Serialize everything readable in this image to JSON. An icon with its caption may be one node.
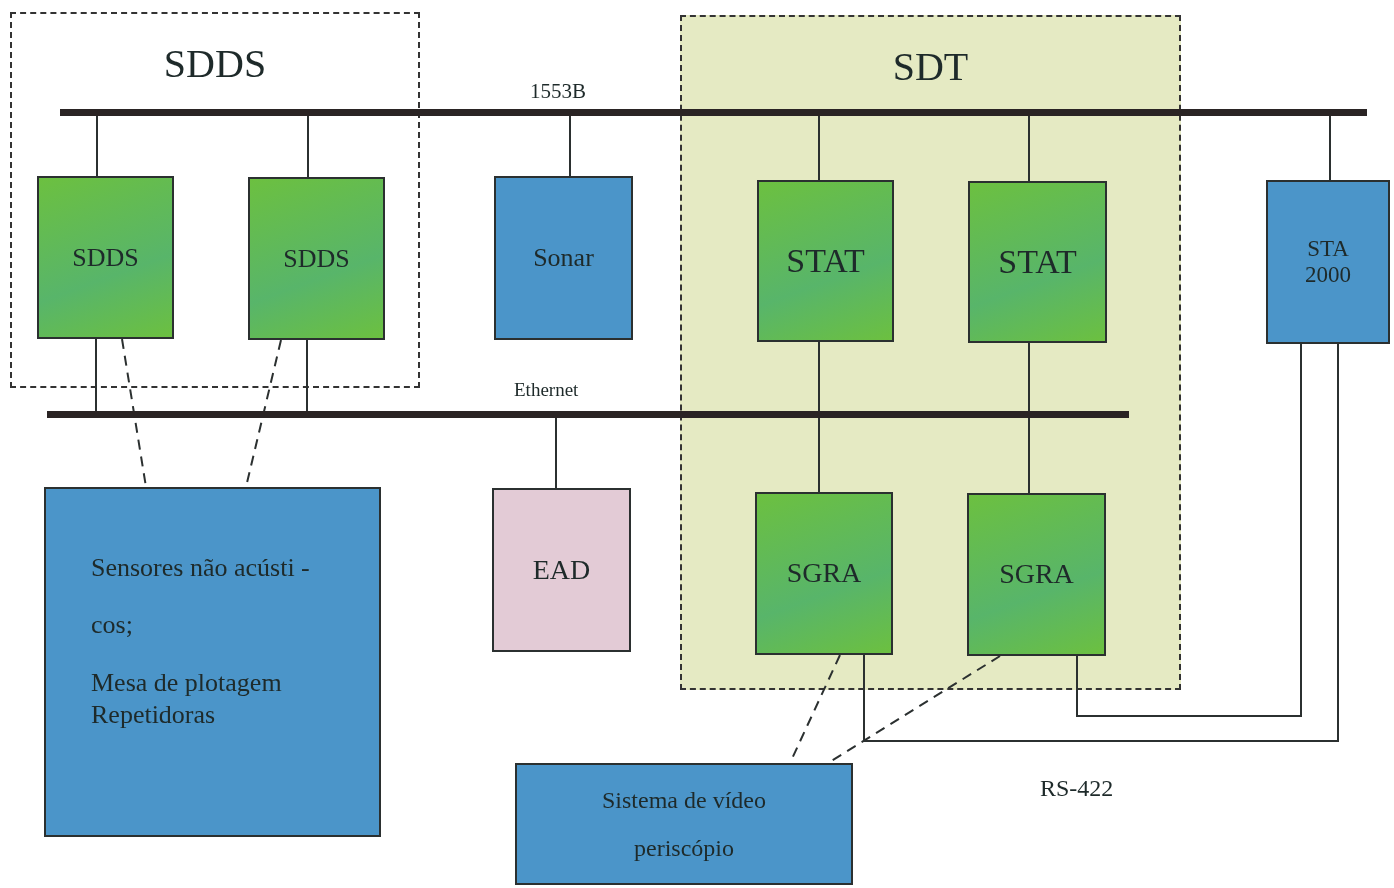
{
  "diagram": {
    "nodes": [
      {
        "text": [
          "SDDS"
        ]
      },
      {
        "text": [
          "SDDS"
        ],
        "in": 0
      },
      {
        "text": [
          "SDDS"
        ],
        "in": 0
      },
      {
        "text": [
          "1553B"
        ]
      },
      {
        "text": [
          "Sonar"
        ]
      },
      {
        "text": [
          "SDT"
        ]
      },
      {
        "text": [
          "STAT"
        ],
        "in": 5
      },
      {
        "text": [
          "STAT"
        ],
        "in": 5
      },
      {
        "text": [
          "STA 2000"
        ]
      },
      {
        "text": [
          "Ethernet"
        ]
      },
      {
        "text": [
          "Sensores não acústi - cos;",
          "Mesa de plotagem Repetidoras"
        ]
      },
      {
        "text": [
          "EAD"
        ]
      },
      {
        "text": [
          "SGRA"
        ],
        "in": 5
      },
      {
        "text": [
          "SGRA"
        ],
        "in": 5
      },
      {
        "text": [
          "Sistema de vídeo periscópio"
        ]
      }
    ],
    "edges": [
      {
        "from": 3,
        "to": 1,
        "arrow": "none"
      },
      {
        "from": 3,
        "to": 2,
        "arrow": "none"
      },
      {
        "from": 3,
        "to": 4,
        "arrow": "none"
      },
      {
        "from": 3,
        "to": 6,
        "arrow": "none"
      },
      {
        "from": 3,
        "to": 7,
        "arrow": "none"
      },
      {
        "from": 3,
        "to": 8,
        "arrow": "none"
      },
      {
        "from": 1,
        "to": 9,
        "arrow": "none"
      },
      {
        "from": 2,
        "to": 9,
        "arrow": "none"
      },
      {
        "from": 6,
        "to": 9,
        "arrow": "none"
      },
      {
        "from": 7,
        "to": 9,
        "arrow": "none"
      },
      {
        "from": 9,
        "to": 11,
        "arrow": "none"
      },
      {
        "from": 9,
        "to": 12,
        "arrow": "none"
      },
      {
        "from": 9,
        "to": 13,
        "arrow": "none"
      },
      {
        "from": 1,
        "to": 10,
        "arrow": "none",
        "style": "dashed"
      },
      {
        "from": 2,
        "to": 10,
        "arrow": "none",
        "style": "dashed"
      },
      {
        "from": 12,
        "to": 14,
        "arrow": "none",
        "style": "dashed"
      },
      {
        "from": 13,
        "to": 14,
        "arrow": "none",
        "style": "dashed"
      },
      {
        "from": 13,
        "to": 8,
        "arrow": "none"
      },
      {
        "from": 12,
        "to": 8,
        "arrow": "none"
      }
    ],
    "labels": [
      "RS-422"
    ]
  }
}
